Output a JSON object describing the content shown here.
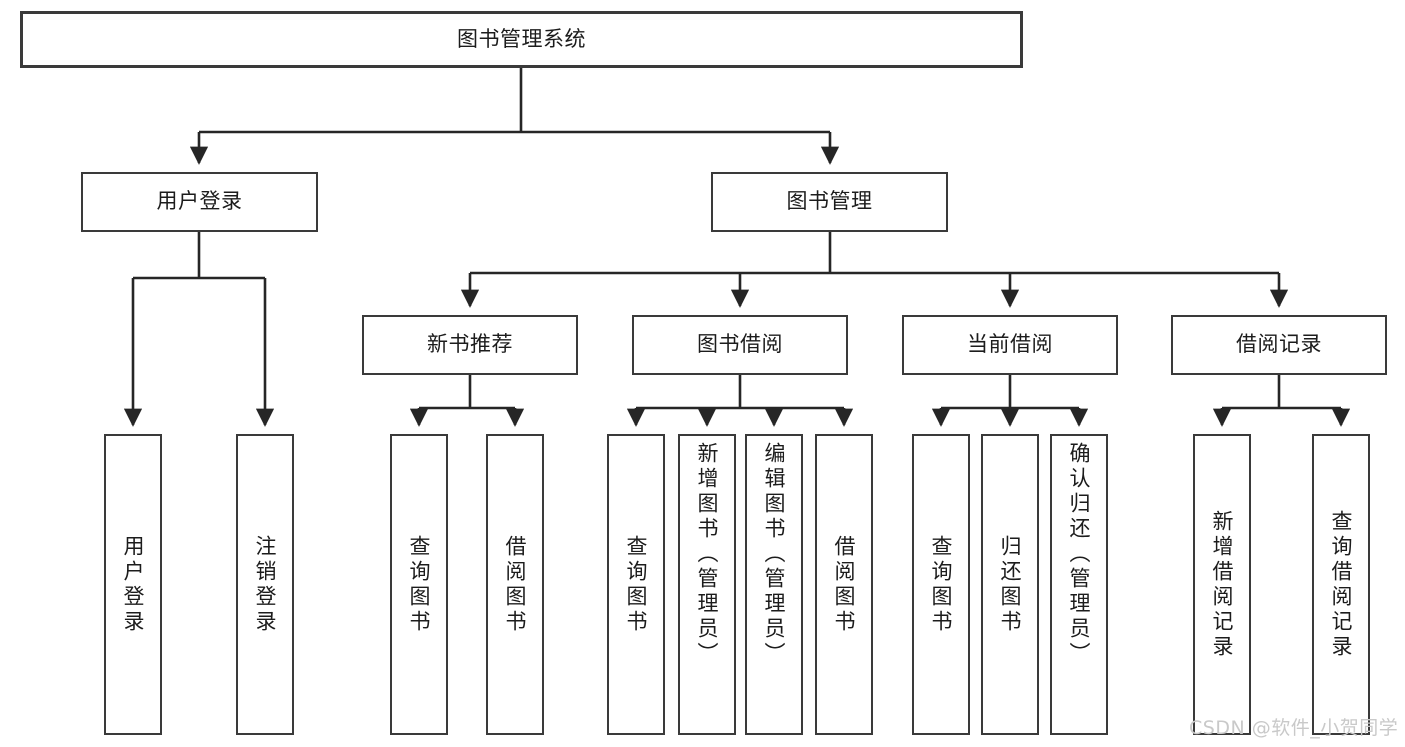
{
  "diagram": {
    "type": "tree",
    "title": "图书管理系统",
    "watermark": "CSDN @软件_小贺同学",
    "colors": {
      "box_border": "#3a3a3a",
      "box_fill": "#ffffff",
      "connector": "#262626",
      "text": "#1c1c1c",
      "watermark": "#c9c9c9",
      "background": "#ffffff"
    },
    "levels": {
      "root": {
        "label": "图书管理系统"
      },
      "level1": [
        {
          "label": "用户登录"
        },
        {
          "label": "图书管理"
        }
      ],
      "level2": [
        {
          "label": "新书推荐"
        },
        {
          "label": "图书借阅"
        },
        {
          "label": "当前借阅"
        },
        {
          "label": "借阅记录"
        }
      ]
    },
    "nodes": {
      "root": {
        "label": "图书管理系统"
      },
      "user_login": {
        "label": "用户登录"
      },
      "book_manage": {
        "label": "图书管理"
      },
      "new_book_rec": {
        "label": "新书推荐"
      },
      "book_borrow": {
        "label": "图书借阅"
      },
      "current_borrow": {
        "label": "当前借阅"
      },
      "borrow_record": {
        "label": "借阅记录"
      }
    },
    "leaves": {
      "user_login": [
        {
          "label": "用户登录"
        },
        {
          "label": "注销登录"
        }
      ],
      "new_book_rec": [
        {
          "label": "查询图书"
        },
        {
          "label": "借阅图书"
        }
      ],
      "book_borrow": [
        {
          "label": "查询图书"
        },
        {
          "label": "新增图书（管理员）"
        },
        {
          "label": "编辑图书（管理员）"
        },
        {
          "label": "借阅图书"
        }
      ],
      "current_borrow": [
        {
          "label": "查询图书"
        },
        {
          "label": "归还图书"
        },
        {
          "label": "确认归还（管理员）"
        }
      ],
      "borrow_record": [
        {
          "label": "新增借阅记录"
        },
        {
          "label": "查询借阅记录"
        }
      ]
    }
  }
}
